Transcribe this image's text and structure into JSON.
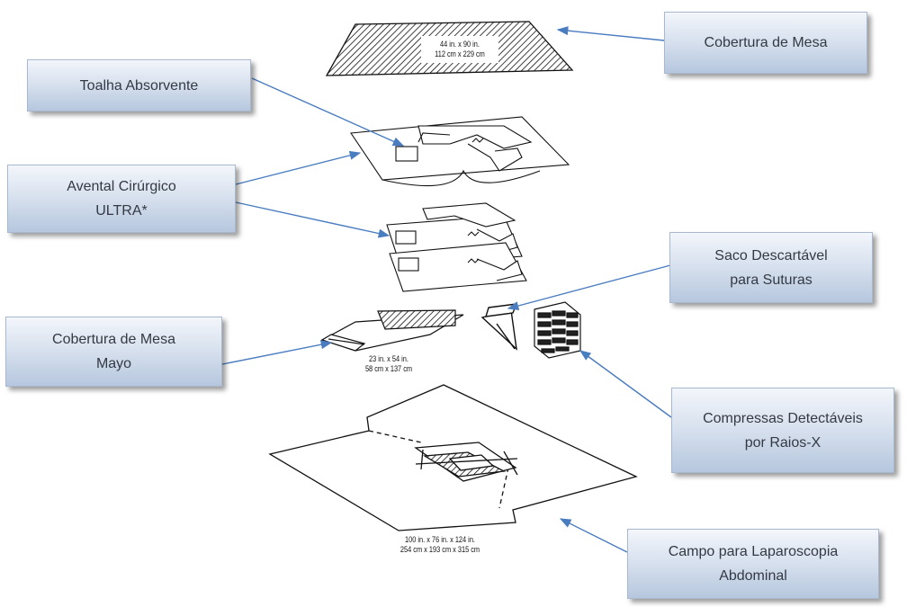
{
  "labels": {
    "cobertura_mesa": {
      "lines": [
        "Cobertura de Mesa"
      ]
    },
    "toalha": {
      "lines": [
        "Toalha Absorvente"
      ]
    },
    "avental": {
      "lines": [
        "Avental Cirúrgico",
        "ULTRA*"
      ]
    },
    "saco": {
      "lines": [
        "Saco Descartável",
        "para Suturas"
      ]
    },
    "mayo": {
      "lines": [
        "Cobertura de Mesa",
        "Mayo"
      ]
    },
    "compressas": {
      "lines": [
        "Compressas Detectáveis",
        "por Raios-X"
      ]
    },
    "campo": {
      "lines": [
        "Campo para Laparoscopia",
        "Abdominal"
      ]
    }
  },
  "dimensions": {
    "mesa": {
      "line1": "44 in. x 90 in.",
      "line2": "112 cm x 229 cm"
    },
    "mayo": {
      "line1": "23 in. x 54 in.",
      "line2": "58 cm x 137 cm"
    },
    "campo": {
      "line1": "100 in. x 76 in. x 124 in.",
      "line2": "254 cm x 193 cm x 315 cm"
    }
  },
  "colors": {
    "arrow": "#4a7cc0",
    "box_top": "#f3f6fb",
    "box_bottom": "#b6c7de",
    "line": "#111111"
  }
}
